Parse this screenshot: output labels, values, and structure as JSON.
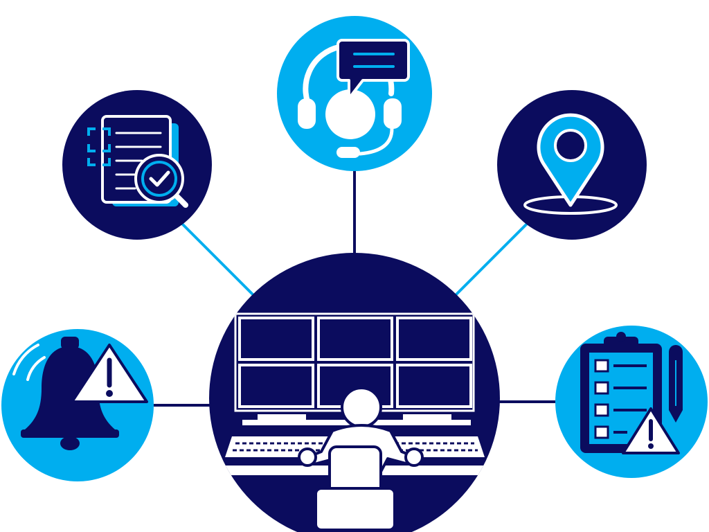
{
  "colors": {
    "navy": "#0b0c5e",
    "sky": "#00aeef",
    "white": "#ffffff"
  },
  "hub": {
    "icon": "control-room-operator-icon",
    "monitors": {
      "rows": 2,
      "cols": 3
    }
  },
  "nodes": [
    {
      "id": "audit",
      "icon": "document-audit-checkmark-icon",
      "fill": "navy"
    },
    {
      "id": "support",
      "icon": "headset-chat-bubble-icon",
      "fill": "sky"
    },
    {
      "id": "location",
      "icon": "map-pin-location-icon",
      "fill": "navy"
    },
    {
      "id": "alarm",
      "icon": "bell-warning-icon",
      "fill": "sky"
    },
    {
      "id": "checklist",
      "icon": "clipboard-checklist-warning-icon",
      "fill": "sky"
    }
  ]
}
